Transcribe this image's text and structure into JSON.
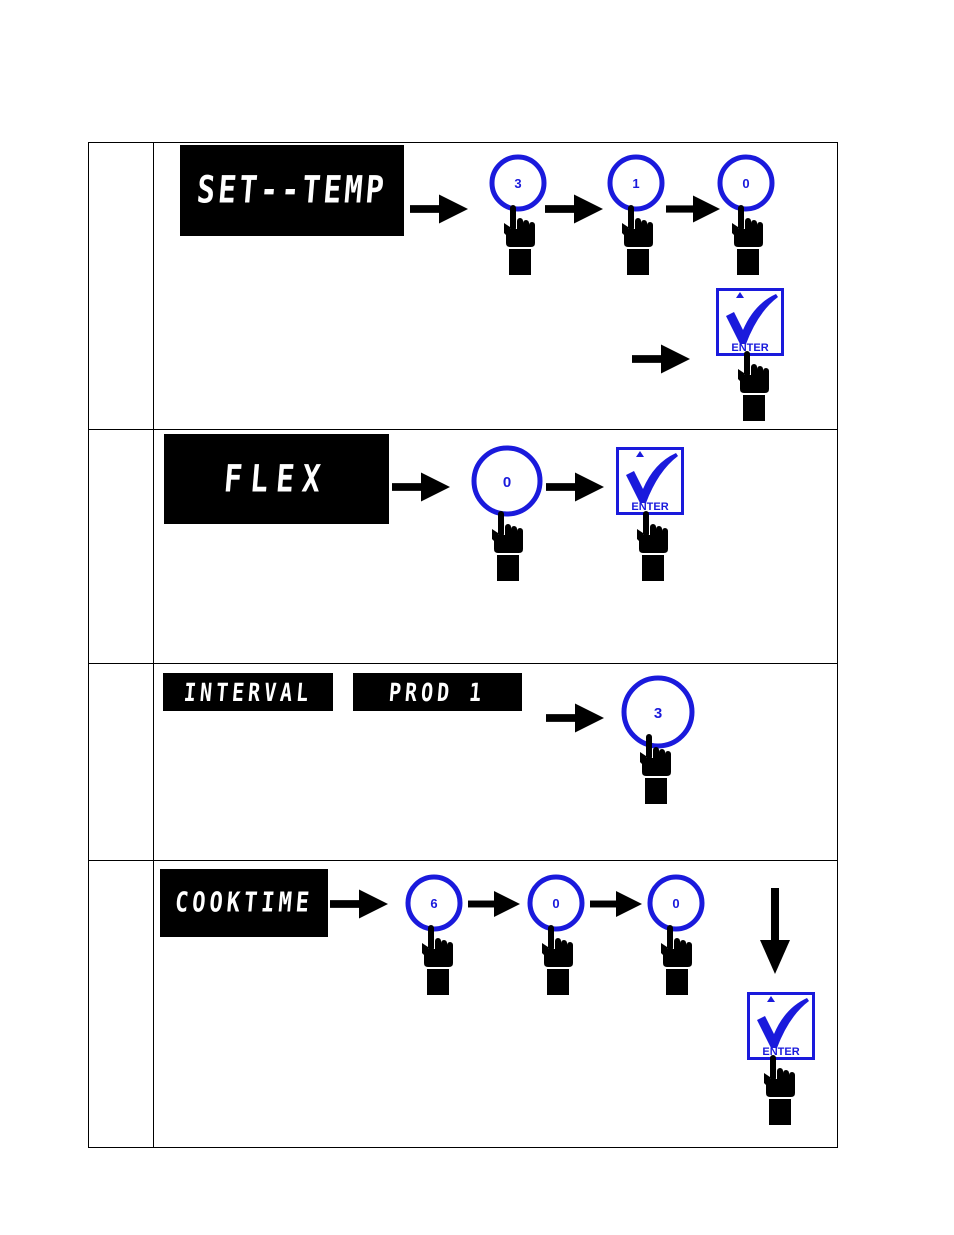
{
  "steps": [
    {
      "display": "SET--TEMP",
      "keys": [
        "3",
        "1",
        "0"
      ],
      "enter_label": "ENTER"
    },
    {
      "display": "FLEX",
      "keys": [
        "0"
      ],
      "enter_label": "ENTER"
    },
    {
      "displays": [
        "INTERVAL",
        "PROD 1"
      ],
      "keys": [
        "3"
      ]
    },
    {
      "display": "COOKTIME",
      "keys": [
        "6",
        "0",
        "0"
      ],
      "enter_label": "ENTER"
    }
  ],
  "colors": {
    "button_blue": "#1a1adc",
    "display_bg": "#000000",
    "display_text": "#ffffff"
  },
  "icons": {
    "arrow": "arrow-right-icon",
    "down_arrow": "arrow-down-icon",
    "hand": "pointing-hand-icon",
    "enter": "enter-check-icon"
  }
}
